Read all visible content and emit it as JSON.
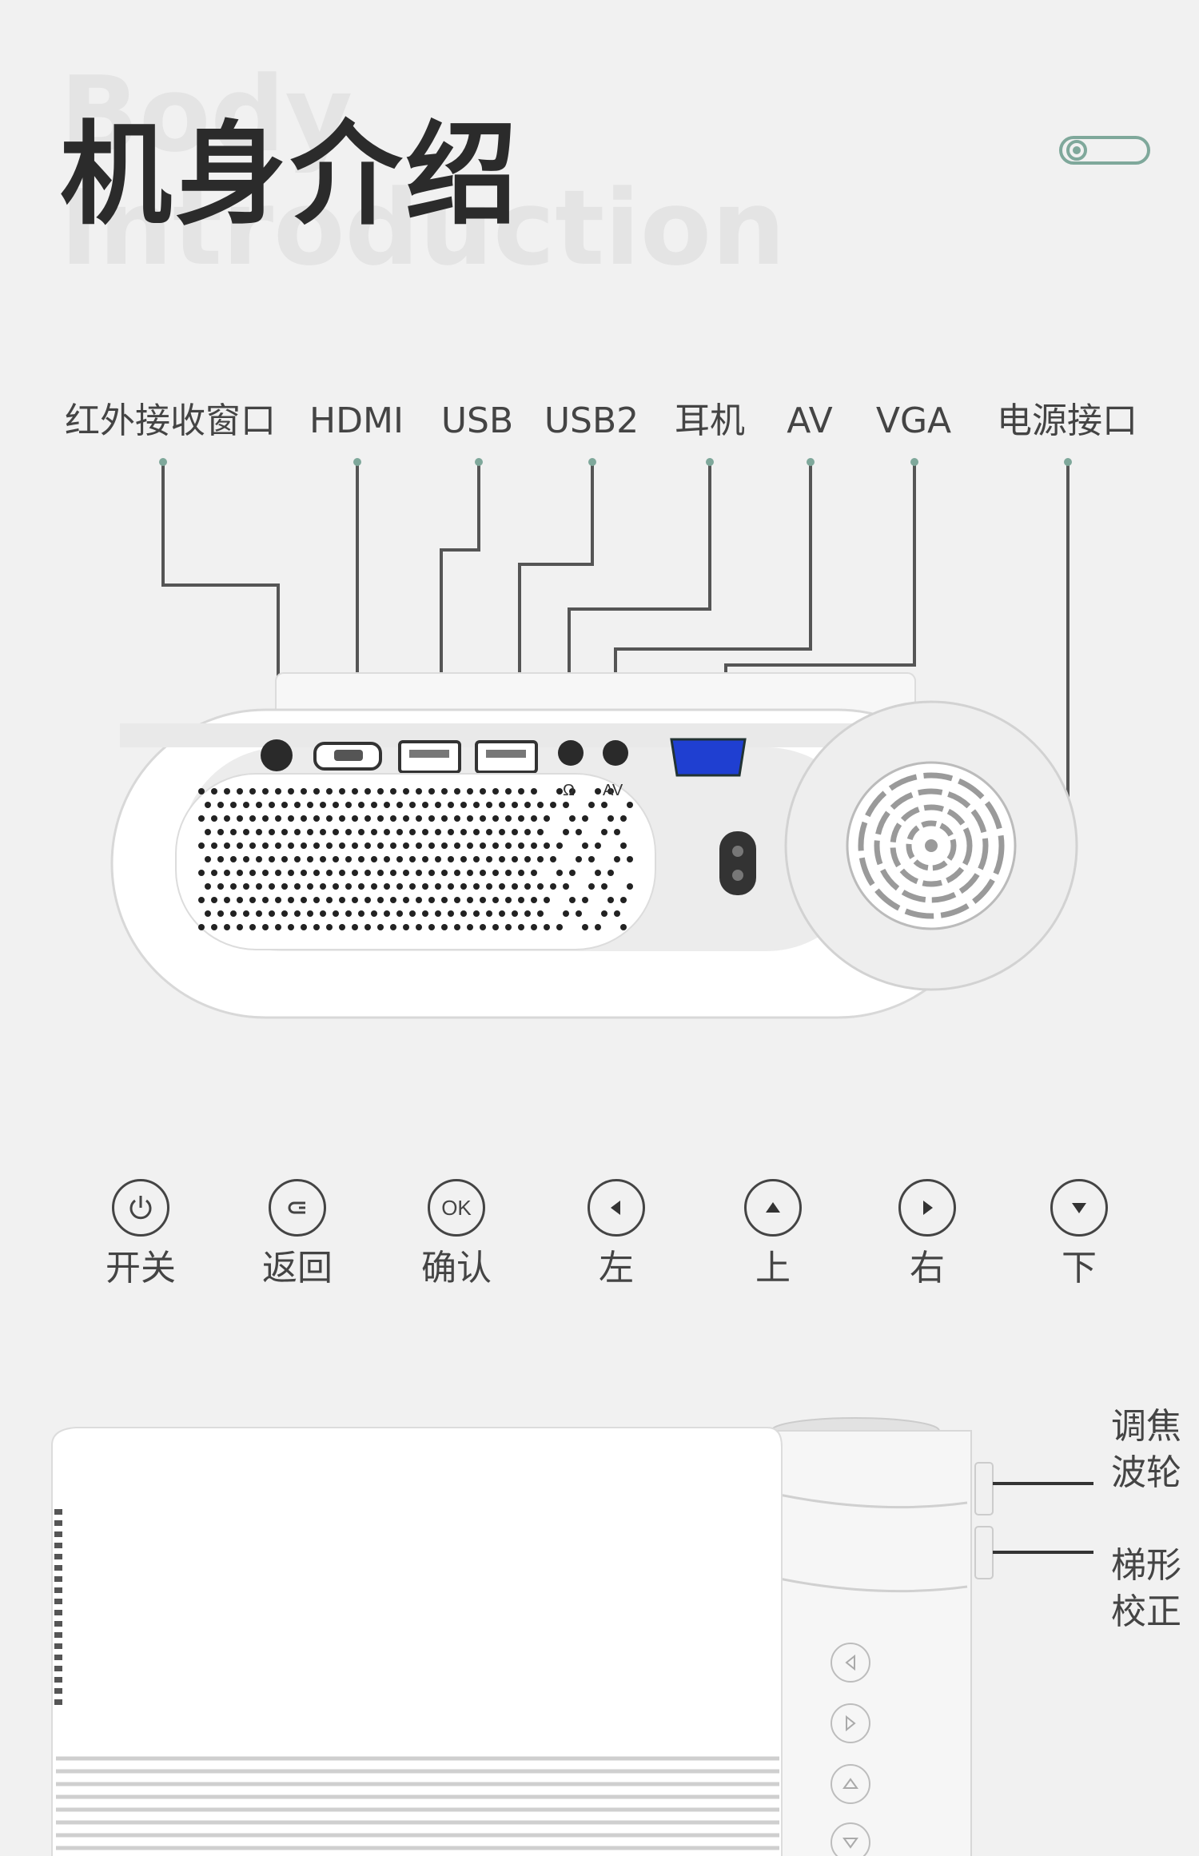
{
  "header": {
    "bg_word_1": "Body",
    "bg_word_2": "Introduction",
    "title": "机身介绍"
  },
  "ports": {
    "labels": [
      "红外接收窗口",
      "HDMI",
      "USB",
      "USB2",
      "耳机",
      "AV",
      "VGA",
      "电源接口"
    ],
    "panel_marks": {
      "headphone": "Ω",
      "av": "AV"
    }
  },
  "controls": [
    {
      "icon": "power-icon",
      "label": "开关"
    },
    {
      "icon": "return-icon",
      "label": "返回"
    },
    {
      "icon": "ok-icon",
      "label": "确认",
      "icon_text": "OK"
    },
    {
      "icon": "left-arrow-icon",
      "label": "左"
    },
    {
      "icon": "up-arrow-icon",
      "label": "上"
    },
    {
      "icon": "right-arrow-icon",
      "label": "右"
    },
    {
      "icon": "down-arrow-icon",
      "label": "下"
    }
  ],
  "side_labels": {
    "focus": [
      "调焦",
      "波轮"
    ],
    "keystone": [
      "梯形",
      "校正"
    ]
  },
  "colors": {
    "accent": "#7fa89b",
    "vga": "#1f3fd1",
    "text": "#444444",
    "title": "#2b2b2b"
  }
}
